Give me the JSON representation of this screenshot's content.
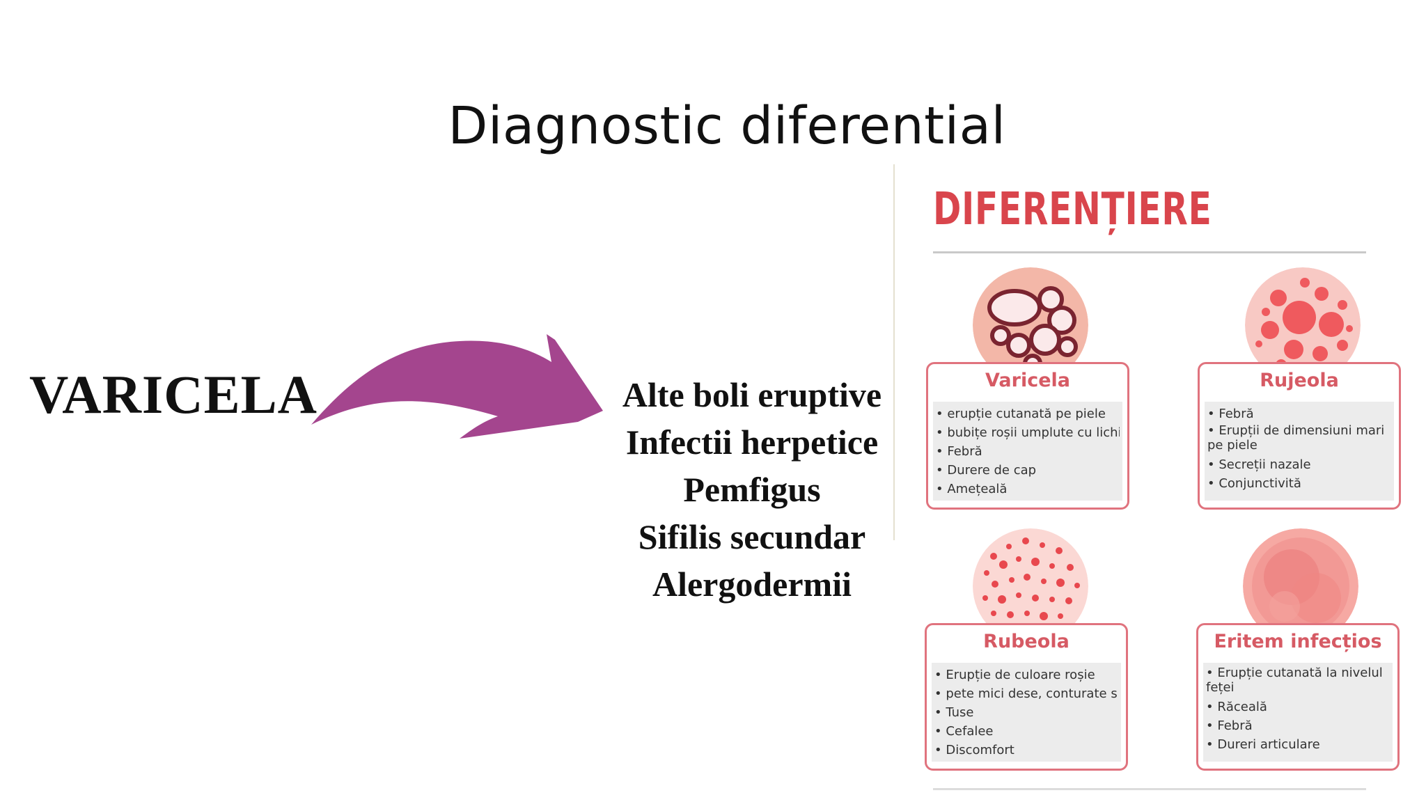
{
  "slide": {
    "title": "Diagnostic diferential",
    "subject": "VARICELA",
    "differentials": [
      "Alte boli eruptive",
      "Infectii herpetice",
      "Pemfigus",
      "Sifilis secundar",
      "Alergodermii"
    ]
  },
  "infographic": {
    "heading": "DIFERENȚIERE",
    "cards": [
      {
        "name": "Varicela",
        "items": [
          "erupție cutanată pe piele",
          "bubițe roșii umplute cu lichid",
          "Febră",
          "Durere de cap",
          "Amețeală"
        ]
      },
      {
        "name": "Rujeola",
        "items": [
          "Febră",
          "Erupții de dimensiuni mari pe piele",
          "Secreții nazale",
          "Conjunctivită"
        ]
      },
      {
        "name": "Rubeola",
        "items": [
          "Erupție de culoare roșie",
          "pete mici dese, conturate slab",
          "Tuse",
          "Cefalee",
          "Discomfort"
        ]
      },
      {
        "name": "Eritem infecțios",
        "items": [
          "Erupție cutanată la nivelul feței",
          "Răceală",
          "Febră",
          "Dureri articulare"
        ]
      }
    ]
  },
  "colors": {
    "arrow": "#a4458e",
    "accent_red": "#d9454c",
    "card_border": "#e0737e",
    "text": "#111111"
  }
}
